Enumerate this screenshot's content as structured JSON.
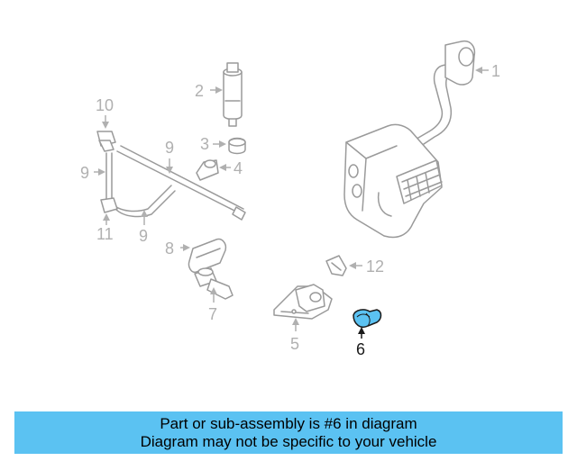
{
  "diagram": {
    "highlight_color": "#5bc2f2",
    "labels": {
      "p1": "1",
      "p2": "2",
      "p3": "3",
      "p4": "4",
      "p5": "5",
      "p6": "6",
      "p7": "7",
      "p8": "8",
      "p9a": "9",
      "p9b": "9",
      "p9c": "9",
      "p10": "10",
      "p11": "11",
      "p12": "12"
    }
  },
  "banner": {
    "line1": "Part or sub-assembly is #6 in diagram",
    "line2": "Diagram may not be specific to your vehicle",
    "background": "#5bc2f2"
  }
}
